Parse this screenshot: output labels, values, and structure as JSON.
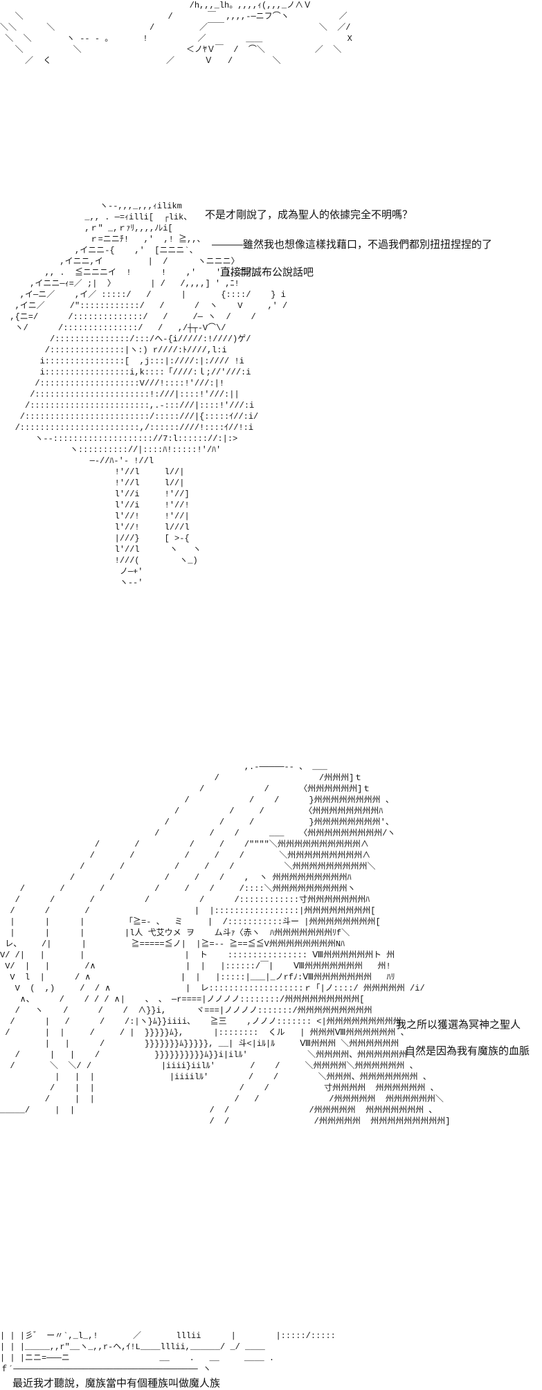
{
  "panels": [
    {
      "art_top": [
        "                                      /h,,,_lh。,,,,ｨ(,,,_ノ∧Ｖ",
        "   ＼                             /       ￣  ,,,,-─ニフ⌒ヽ          ／",
        "＼＼      ＼                   /         ／￣￣                   ＼  ／/",
        " ＼  ＼       ヽ -- - 。      !          ／        ＿＿                 X",
        "   ＼          ＼                     ＜ノﾔＶ￣  /  ⌒＼          ／  ＼",
        "     ／  く                       ／      Ｖ   /        ＼"
      ],
      "art_figure": [
        "                    ヽ--,,,_,,,ｨilikm",
        "                 _,, . ─=ｨilli[  ┌lik、",
        "                 ,ｒ\" _,ｒｧﾘ,,,,ﾉﾚi[",
        "                  ｒ=ニニﾁ!   ,'  ,! ≧,,、",
        "               ,イニニ-{    ,'  [ニニニ`、",
        "            ,イニニ,イ         |  /      ヽニニニ〉",
        "         ,, .  ≦ニニニイ  !      !    ,'    ' 〉、ニ/",
        "      ,イニニ─ｨ=／ ;|  〉       | /   /,,,,] ' ,ﾆ!",
        "    ,イ─ニ／    ,イ／ :::::/   /      |       {::::/    } i",
        "   ,イニ／     /\"::::::::::::/   /      /  ヽ    V     ,' /",
        "  ,{ニ=/      /::::::::::::::/   /     /─ ヽ  /    /",
        "   ヽ/      /:::::::::::::::/   /   ,/┼┬-V⌒\\/",
        "          /:::::::::::::::/:::/へ-{i/////:!////)ゲ/",
        "         /:::::::::::::::|ヽ:) r////:ﾄ////,l:i",
        "        i::::::::::::::::[  ,j:::|:////:|://// !i",
        "        i:::::::::::::::::i,k::::「////:ｌ;//'///:i",
        "       /::::::::::::::::::::V///!::::!'///:|!",
        "      /:::::::::::::::::::::::!:///|::::!'///:||",
        "     /::::::::::::::::::::::::,.-:::///|::::!'///:i",
        "    /:::::::::::::::::::::::::/:::::///|{:::::ｲ//:i/",
        "   /::::::::::::::::::::::::,/::::::////!::::ｲ//!:i",
        "       ヽ--:::::::::::::::::::://7:l:::::://:|:>",
        "              ヽ:::::::::://|::::ﾊ!:::::!'/ﾊ'",
        "                  ─-//ﾊ-'- !//l",
        "                       !'//l     l//|",
        "                       !'//l     l//|",
        "                       l'//i     !'//]",
        "                       l'//i     !'//!",
        "                       l'//!     !'//|",
        "                       l'//!     l///l",
        "                       |///}     [ >-{",
        "                       l'//l      ヽ   ヽ",
        "                       !///(        ヽ_)",
        "                        ノ─+'",
        "                        ヽ--'"
      ],
      "dialogue": [
        "不是才剛說了，成為聖人的依據完全不明嗎？",
        "———雖然我也想像這樣找藉口，不過我們都別扭扭捏捏的了",
        "直接開誠布公說話吧"
      ]
    },
    {
      "art_figure": [
        "                                                 ,.-─────-- 、 ___",
        "                                           /                    /州州州]ｔ",
        "                                        /            /      〈州州州州州州]ｔ",
        "                                     /            /    /      }州州州州州州州州 、",
        "                                   /          /     /        〈州州州州州州州州ﾊ",
        "                                 /          /     /           }州州州州州州州州'、",
        "                               /          /    /      ___   〈州州州州州州州州州/ヽ",
        "                   /       /          /     /    /\"\"\"\"＼州州州州州州州州州州∧",
        "                  /       /          /     /    /       ＼州州州州州州州州州∧",
        "                /       /          /     /    /          ＼州州州州州州州州州＼",
        "              /       /          /     /    /    ,  ヽ 州州州州州州州州州ﾊ",
        "    /       /       /          /     /    /     /::::＼州州州州州州州州州ヽ",
        "   /      /       /          /          /      /::::::::::::寸州州州州州州州ﾊ",
        "  /      /       /                     |  |:::::::::::::::::|州州州州州州州州[",
        "  |      |      |        「≧=- 、  ミ     |  /:::::::::::斗ー |州州州州州州州州[",
        "  |      |      |        |l人 弋艾ウメ ヲ    ム斗ｧ〈赤ヽ  ﾊ州州州州州州州ﾘf＼",
        " レ、    /|      |         ≧=====≦ノ|  |≧=-- ≧==≦≦V州州州州州州州州Nﾊ",
        "V/ /|   |       |                    |  ト    :::::::::::::::: Ⅷ州州州州州州ト 州",
        " V/  |   |       /∧                  |  |   |::::::/￣|    Ⅷ州州州州州州州   州!",
        "  V  l  |      / ∧                  |  |   |:::::|___|_ノrfﾉ:Ⅷ州州州州州州州   ﾊﾘ",
        "   V  (  ,)     /  / ∧               |  レ:::::::::::::::::::ｒ「|ノ::::/ 州州州州州 /i/",
        "    ∧、     /    / / / ∧|    、 、 ─r====|ノノノノ::::::::/州州州州州州州州州[",
        "   /   ヽ    /      /    /  ∧}}i,      ヾ===|ノノノノ:::::::/州州州州州州州州州",
        "  /      |   /      /    /:|ヽ}ﾑ}}iiii、   ≧三    ,ノノノ::::::: <|州州州州州州州州州",
        " /       |  |     /     / |  }}}}}ﾑ},      |::::::::  くル   | 州州州Ⅷ州州州州州州 、",
        "         |   |      /        }}}}}}}ﾑ}}}}}, __| 斗<|iﾙ|ﾙ     Ⅷ州州州 ＼州州州州州州",
        "   /      |   |    /           }}}}}}}}}}ﾑ}}i|ilﾙ'            ＼州州州州、州州州州州州 、",
        "  /       ＼  ＼/ /              |iiii}iilﾙ'       /    /     ＼州州州州＼州州州州州州 、",
        "           |   |  |               |iiiilﾙ'        /    /        ＼州州州、州州州州州州州 、",
        "          /    |  |                             /    /           寸州州州州  州州州州州州 、",
        "         /     |  |                            /   /              /州州州州州  州州州州州州＼",
        "_____/     |  |                           /  /                /州州州州州  州州州州州州州 、",
        "                                          /  /                 /州州州州州  州州州州州州州州州]"
      ],
      "dialogue": [
        "我之所以獲選為冥神之聖人",
        "自然是因為我有魔族的血脈"
      ]
    },
    {
      "art_figure": [
        "| | |彡゛ ー〃`,_l_,!       ／       lllii      |        |:::::/:::::",
        "| | |_____,,r\"__ヽ_,,r-ヘ,ｲ!L____lllii,______/ _/ ____",
        "| | |ニニ=───ニ                  __    .   __     ____ .",
        "ｆ´───────────────────────────────────── ヽ"
      ],
      "dialogue": [
        "最近我才聽說，魔族當中有個種族叫做魔人族"
      ]
    }
  ]
}
